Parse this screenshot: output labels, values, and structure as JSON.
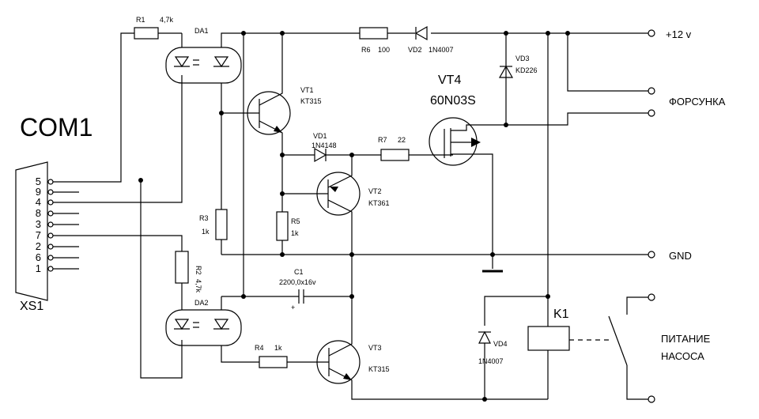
{
  "labels": {
    "connector": "COM1",
    "connector_ref": "XS1",
    "pins": [
      "5",
      "9",
      "4",
      "8",
      "3",
      "7",
      "2",
      "6",
      "1"
    ],
    "r1": "R1",
    "r1_val": "4,7k",
    "r2": "R2",
    "r2_val": "4,7k",
    "r3": "R3",
    "r3_val": "1k",
    "r4": "R4",
    "r4_val": "1k",
    "r5": "R5",
    "r5_val": "1k",
    "r6": "R6",
    "r6_val": "100",
    "r7": "R7",
    "r7_val": "22",
    "c1": "C1",
    "c1_val": "2200,0x16v",
    "c1_pol": "+",
    "da1": "DA1",
    "da2": "DA2",
    "vt1": "VT1",
    "vt1_val": "KT315",
    "vt2": "VT2",
    "vt2_val": "KT361",
    "vt3": "VT3",
    "vt3_val": "KT315",
    "vt4": "VT4",
    "vt4_val": "60N03S",
    "vd1": "VD1",
    "vd1_val": "1N4148",
    "vd2": "VD2",
    "vd2_val": "1N4007",
    "vd3": "VD3",
    "vd3_val": "KD226",
    "vd4": "VD4",
    "vd4_val": "1N4007",
    "k1": "K1",
    "out_12v": "+12 v",
    "out_injector": "ФОРСУНКА",
    "out_gnd": "GND",
    "out_pump_1": "ПИТАНИЕ",
    "out_pump_2": "НАСОСА"
  }
}
